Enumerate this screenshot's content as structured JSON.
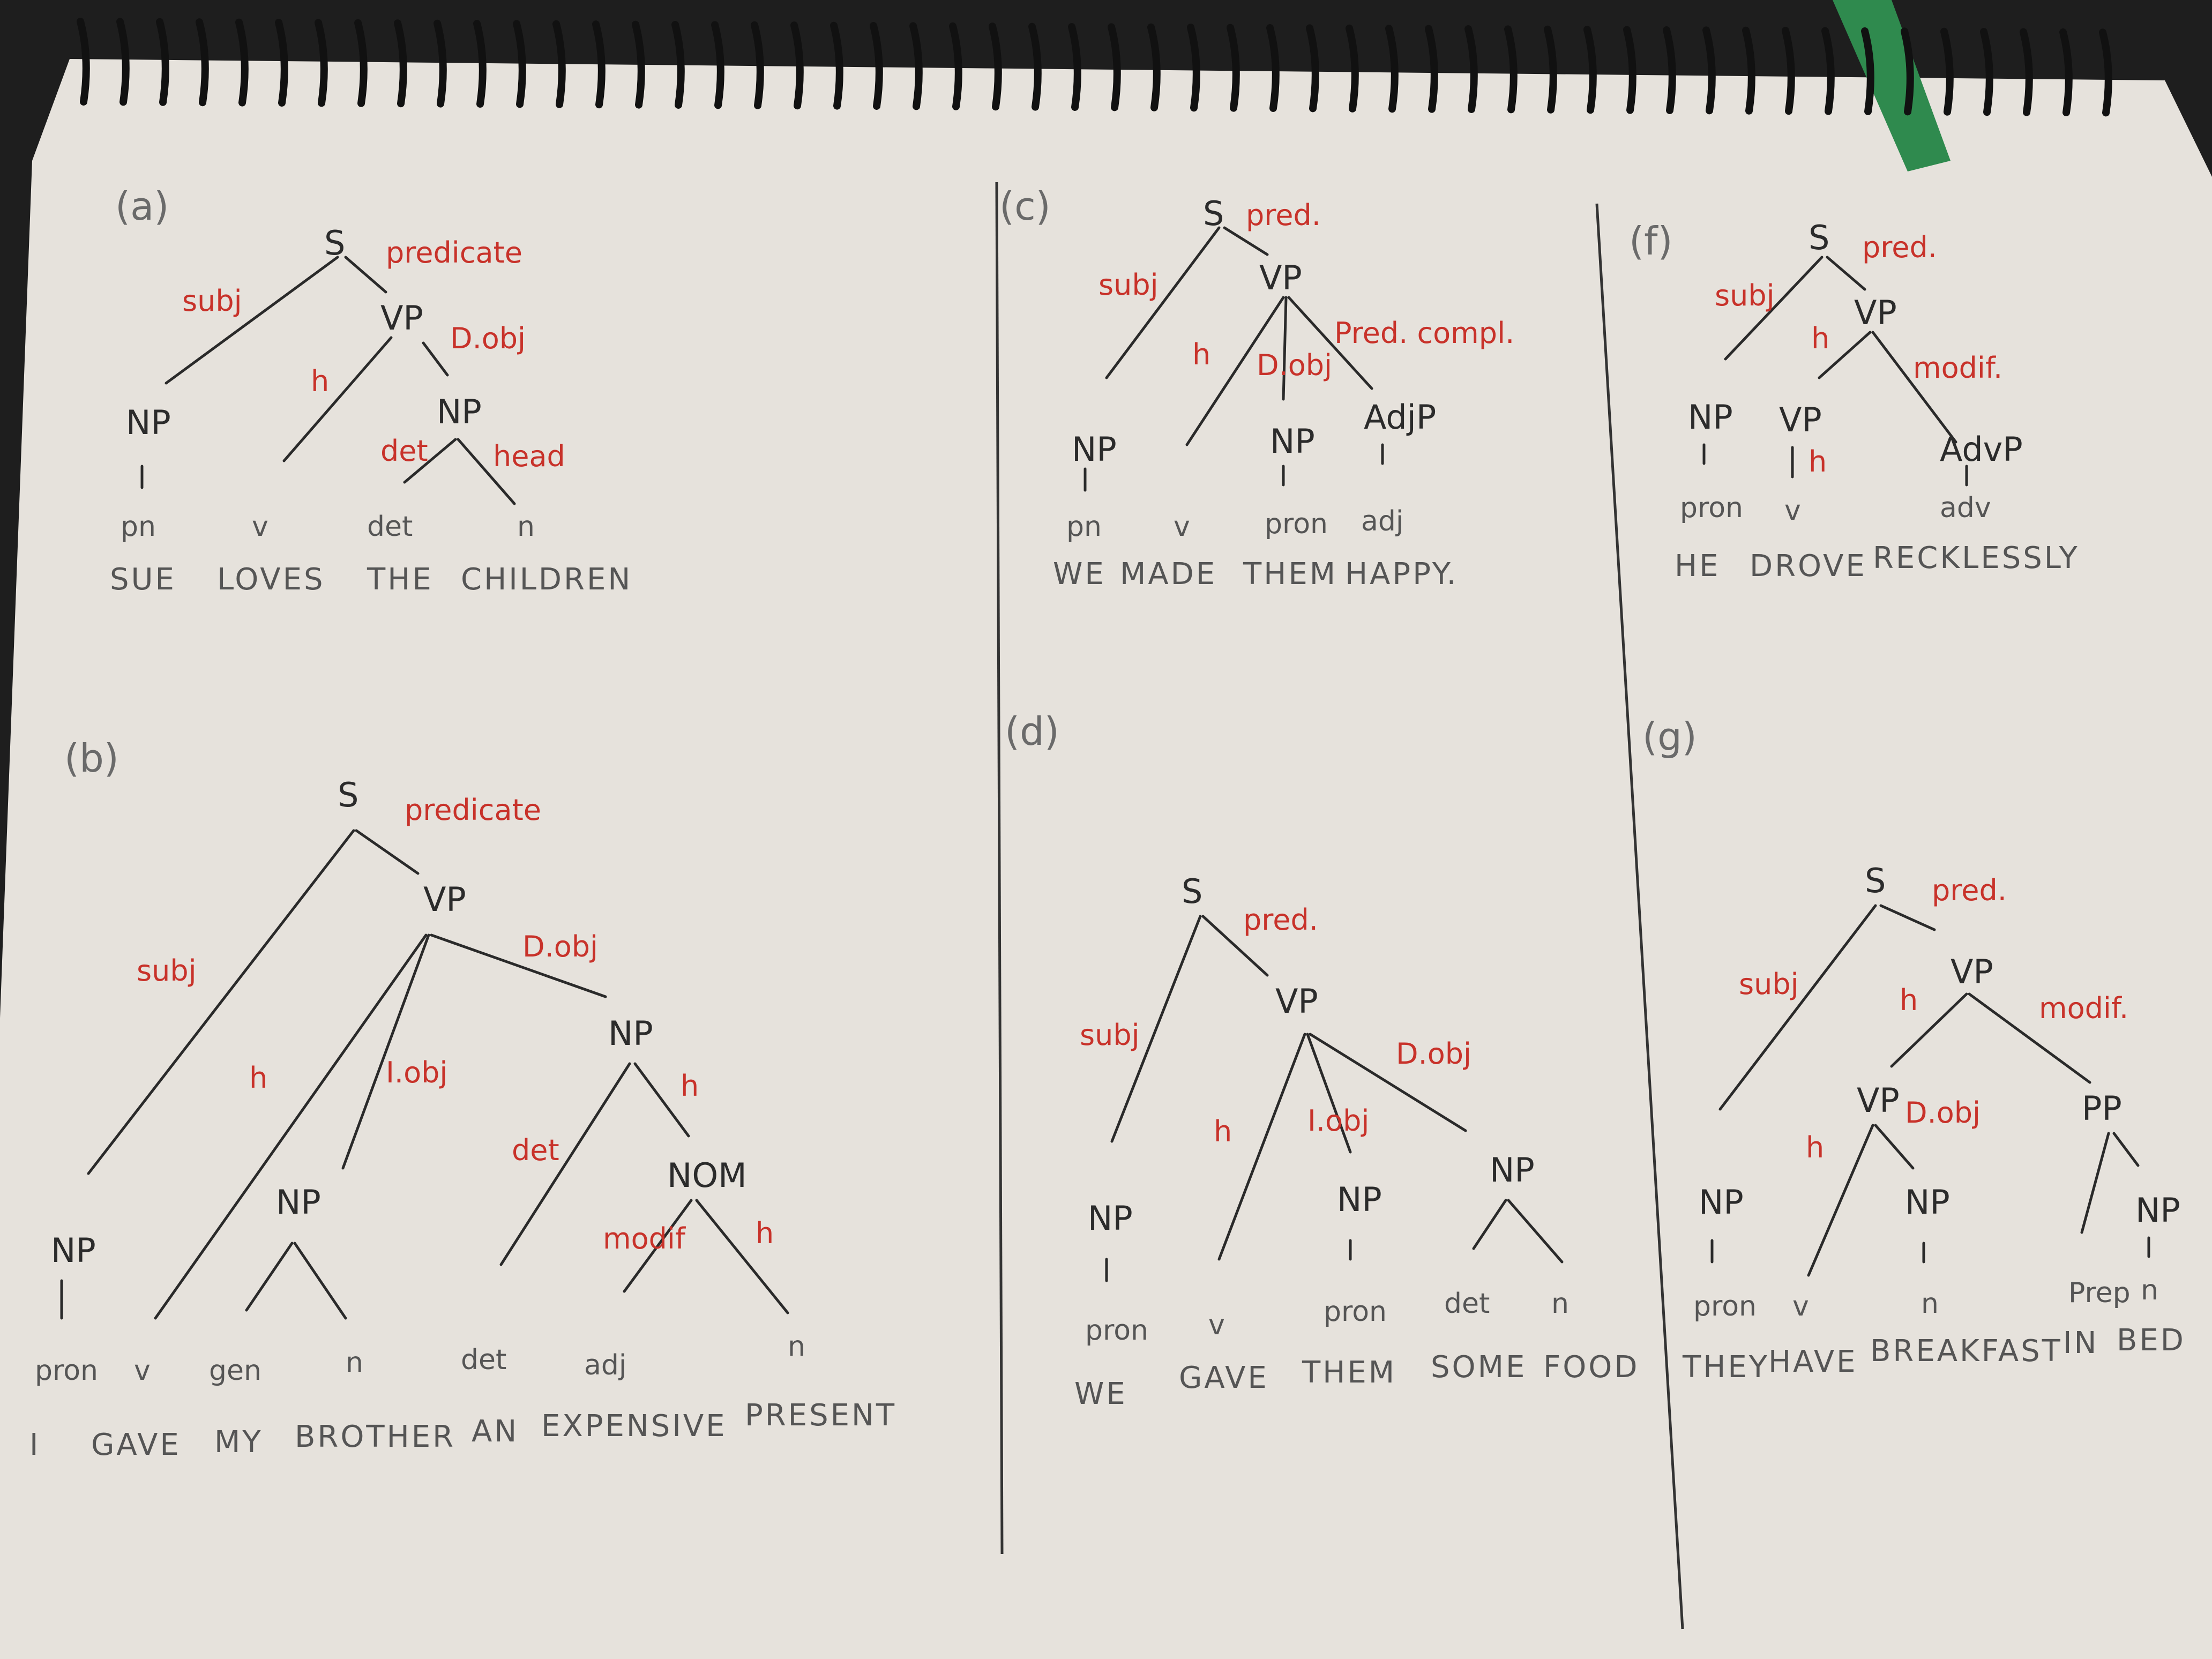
{
  "page": {
    "background": "#e6e2dc",
    "ink": "#2b2b2b",
    "red_ink": "#c8322a"
  },
  "a": {
    "label": "(a)",
    "nodes": {
      "s": "S",
      "vp": "VP",
      "np1": "NP",
      "np2": "NP"
    },
    "rels": {
      "subj": "subj",
      "pred": "predicate",
      "h": "h",
      "dobj": "D.obj",
      "det": "det",
      "head": "head"
    },
    "pos": {
      "p1": "pn",
      "p2": "v",
      "p3": "det",
      "p4": "n"
    },
    "words": [
      "SUE",
      "LOVES",
      "THE",
      "CHILDREN"
    ]
  },
  "b": {
    "label": "(b)",
    "nodes": {
      "s": "S",
      "vp": "VP",
      "np_subj": "NP",
      "np_iobj": "NP",
      "np_dobj": "NP",
      "nom": "NOM"
    },
    "rels": {
      "subj": "subj",
      "pred": "predicate",
      "h": "h",
      "iobj": "I.obj",
      "dobj": "D.obj",
      "det": "det",
      "h2": "h",
      "modif": "modif",
      "h3": "h"
    },
    "pos": {
      "p1": "pron",
      "p2": "v",
      "p3": "gen",
      "p4": "n",
      "p5": "det",
      "p6": "adj",
      "p7": "n"
    },
    "words": [
      "I",
      "GAVE",
      "MY",
      "BROTHER",
      "AN",
      "EXPENSIVE",
      "PRESENT"
    ]
  },
  "c": {
    "label": "(c)",
    "nodes": {
      "s": "S",
      "vp": "VP",
      "np1": "NP",
      "np2": "NP",
      "adjp": "AdjP"
    },
    "rels": {
      "subj": "subj",
      "pred": "pred.",
      "h": "h",
      "dobj": "D.obj",
      "pcompl": "Pred. compl."
    },
    "pos": {
      "p1": "pn",
      "p2": "v",
      "p3": "pron",
      "p4": "adj"
    },
    "words": [
      "WE",
      "MADE",
      "THEM",
      "HAPPY."
    ]
  },
  "d": {
    "label": "(d)",
    "nodes": {
      "s": "S",
      "vp": "VP",
      "np1": "NP",
      "np2": "NP",
      "np3": "NP"
    },
    "rels": {
      "subj": "subj",
      "pred": "pred.",
      "h": "h",
      "iobj": "I.obj",
      "dobj": "D.obj"
    },
    "pos": {
      "p1": "pron",
      "p2": "v",
      "p3": "pron",
      "p4": "det",
      "p5": "n"
    },
    "words": [
      "WE",
      "GAVE",
      "THEM",
      "SOME",
      "FOOD"
    ]
  },
  "f": {
    "label": "(f)",
    "nodes": {
      "s": "S",
      "vp": "VP",
      "np": "NP",
      "vp2": "VP",
      "advp": "AdvP"
    },
    "rels": {
      "subj": "subj",
      "pred": "pred.",
      "h": "h",
      "modif": "modif.",
      "h2": "h"
    },
    "pos": {
      "p1": "pron",
      "p2": "v",
      "p3": "adv"
    },
    "words": [
      "HE",
      "DROVE",
      "RECKLESSLY"
    ]
  },
  "g": {
    "label": "(g)",
    "nodes": {
      "s": "S",
      "vp": "VP",
      "vp2": "VP",
      "pp": "PP",
      "np1": "NP",
      "np2": "NP",
      "np3": "NP"
    },
    "rels": {
      "subj": "subj",
      "pred": "pred.",
      "h": "h",
      "modif": "modif.",
      "h2": "h",
      "dobj": "D.obj"
    },
    "pos": {
      "p1": "pron",
      "p2": "v",
      "p3": "n",
      "p4": "Prep",
      "p5": "n"
    },
    "words": [
      "THEY",
      "HAVE",
      "BREAKFAST",
      "IN",
      "BED"
    ]
  }
}
